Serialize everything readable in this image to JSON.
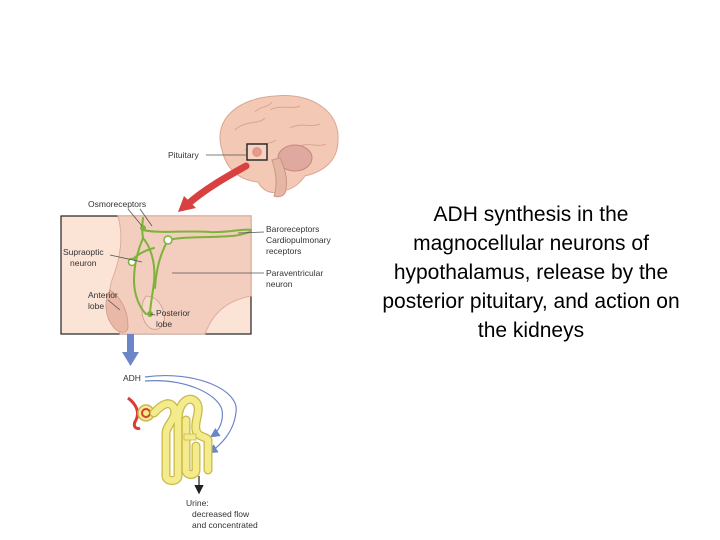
{
  "caption": "ADH synthesis in the magnocellular neurons of hypothalamus, release by the posterior pituitary, and action on the kidneys",
  "labels": {
    "pituitary": "Pituitary",
    "osmoreceptors": "Osmoreceptors",
    "baroreceptors": "Baroreceptors",
    "cardiopulmonary": "Cardiopulmonary",
    "receptors": "receptors",
    "supraoptic_1": "Supraoptic",
    "supraoptic_2": "neuron",
    "paraventricular_1": "Paraventricular",
    "paraventricular_2": "neuron",
    "anterior_1": "Anterior",
    "anterior_2": "lobe",
    "posterior_1": "Posterior",
    "posterior_2": "lobe",
    "adh": "ADH",
    "urine_1": "Urine:",
    "urine_2": "decreased flow",
    "urine_3": "and concentrated"
  },
  "colors": {
    "neuron": "#7db33a",
    "brain": "#f3c8b4",
    "inset_bg": "#fbe3d6",
    "red_arrow": "#d94040",
    "blue_arrow": "#6b86c6",
    "tubule": "#f4ec8c",
    "tubule_outline": "#c8b84a",
    "vessel": "#d93b3b"
  }
}
